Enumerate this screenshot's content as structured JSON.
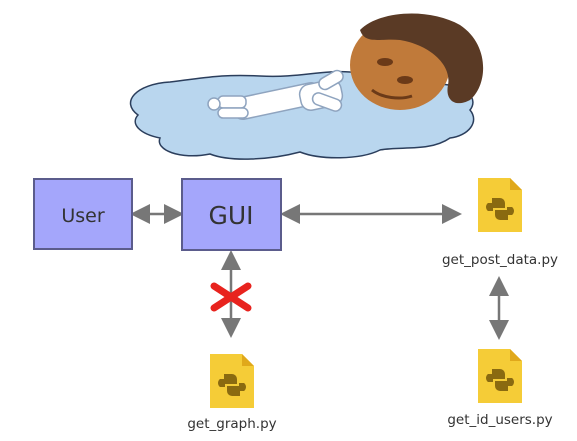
{
  "nodes": {
    "user": {
      "label": "User"
    },
    "gui": {
      "label": "GUI"
    },
    "get_post_data": {
      "label": "get_post_data.py"
    },
    "get_graph": {
      "label": "get_graph.py"
    },
    "get_id_users": {
      "label": "get_id_users.py"
    }
  },
  "connections": [
    {
      "from": "user",
      "to": "gui",
      "status": "ok"
    },
    {
      "from": "gui",
      "to": "get_post_data",
      "status": "ok"
    },
    {
      "from": "gui",
      "to": "get_graph",
      "status": "broken"
    },
    {
      "from": "get_post_data",
      "to": "get_id_users",
      "status": "ok"
    }
  ],
  "illustration": {
    "subject": "lying-figure-in-puddle"
  },
  "icons": {
    "file": "python-file-icon",
    "broken": "red-x-icon"
  },
  "colors": {
    "box_fill": "#a4a6fb",
    "box_stroke": "#5b5c8c",
    "arrow": "#777777",
    "file_yellow": "#f5cc37",
    "file_fold": "#e0a81b",
    "puddle": "#b9d6ee",
    "x_red": "#e8231e"
  }
}
